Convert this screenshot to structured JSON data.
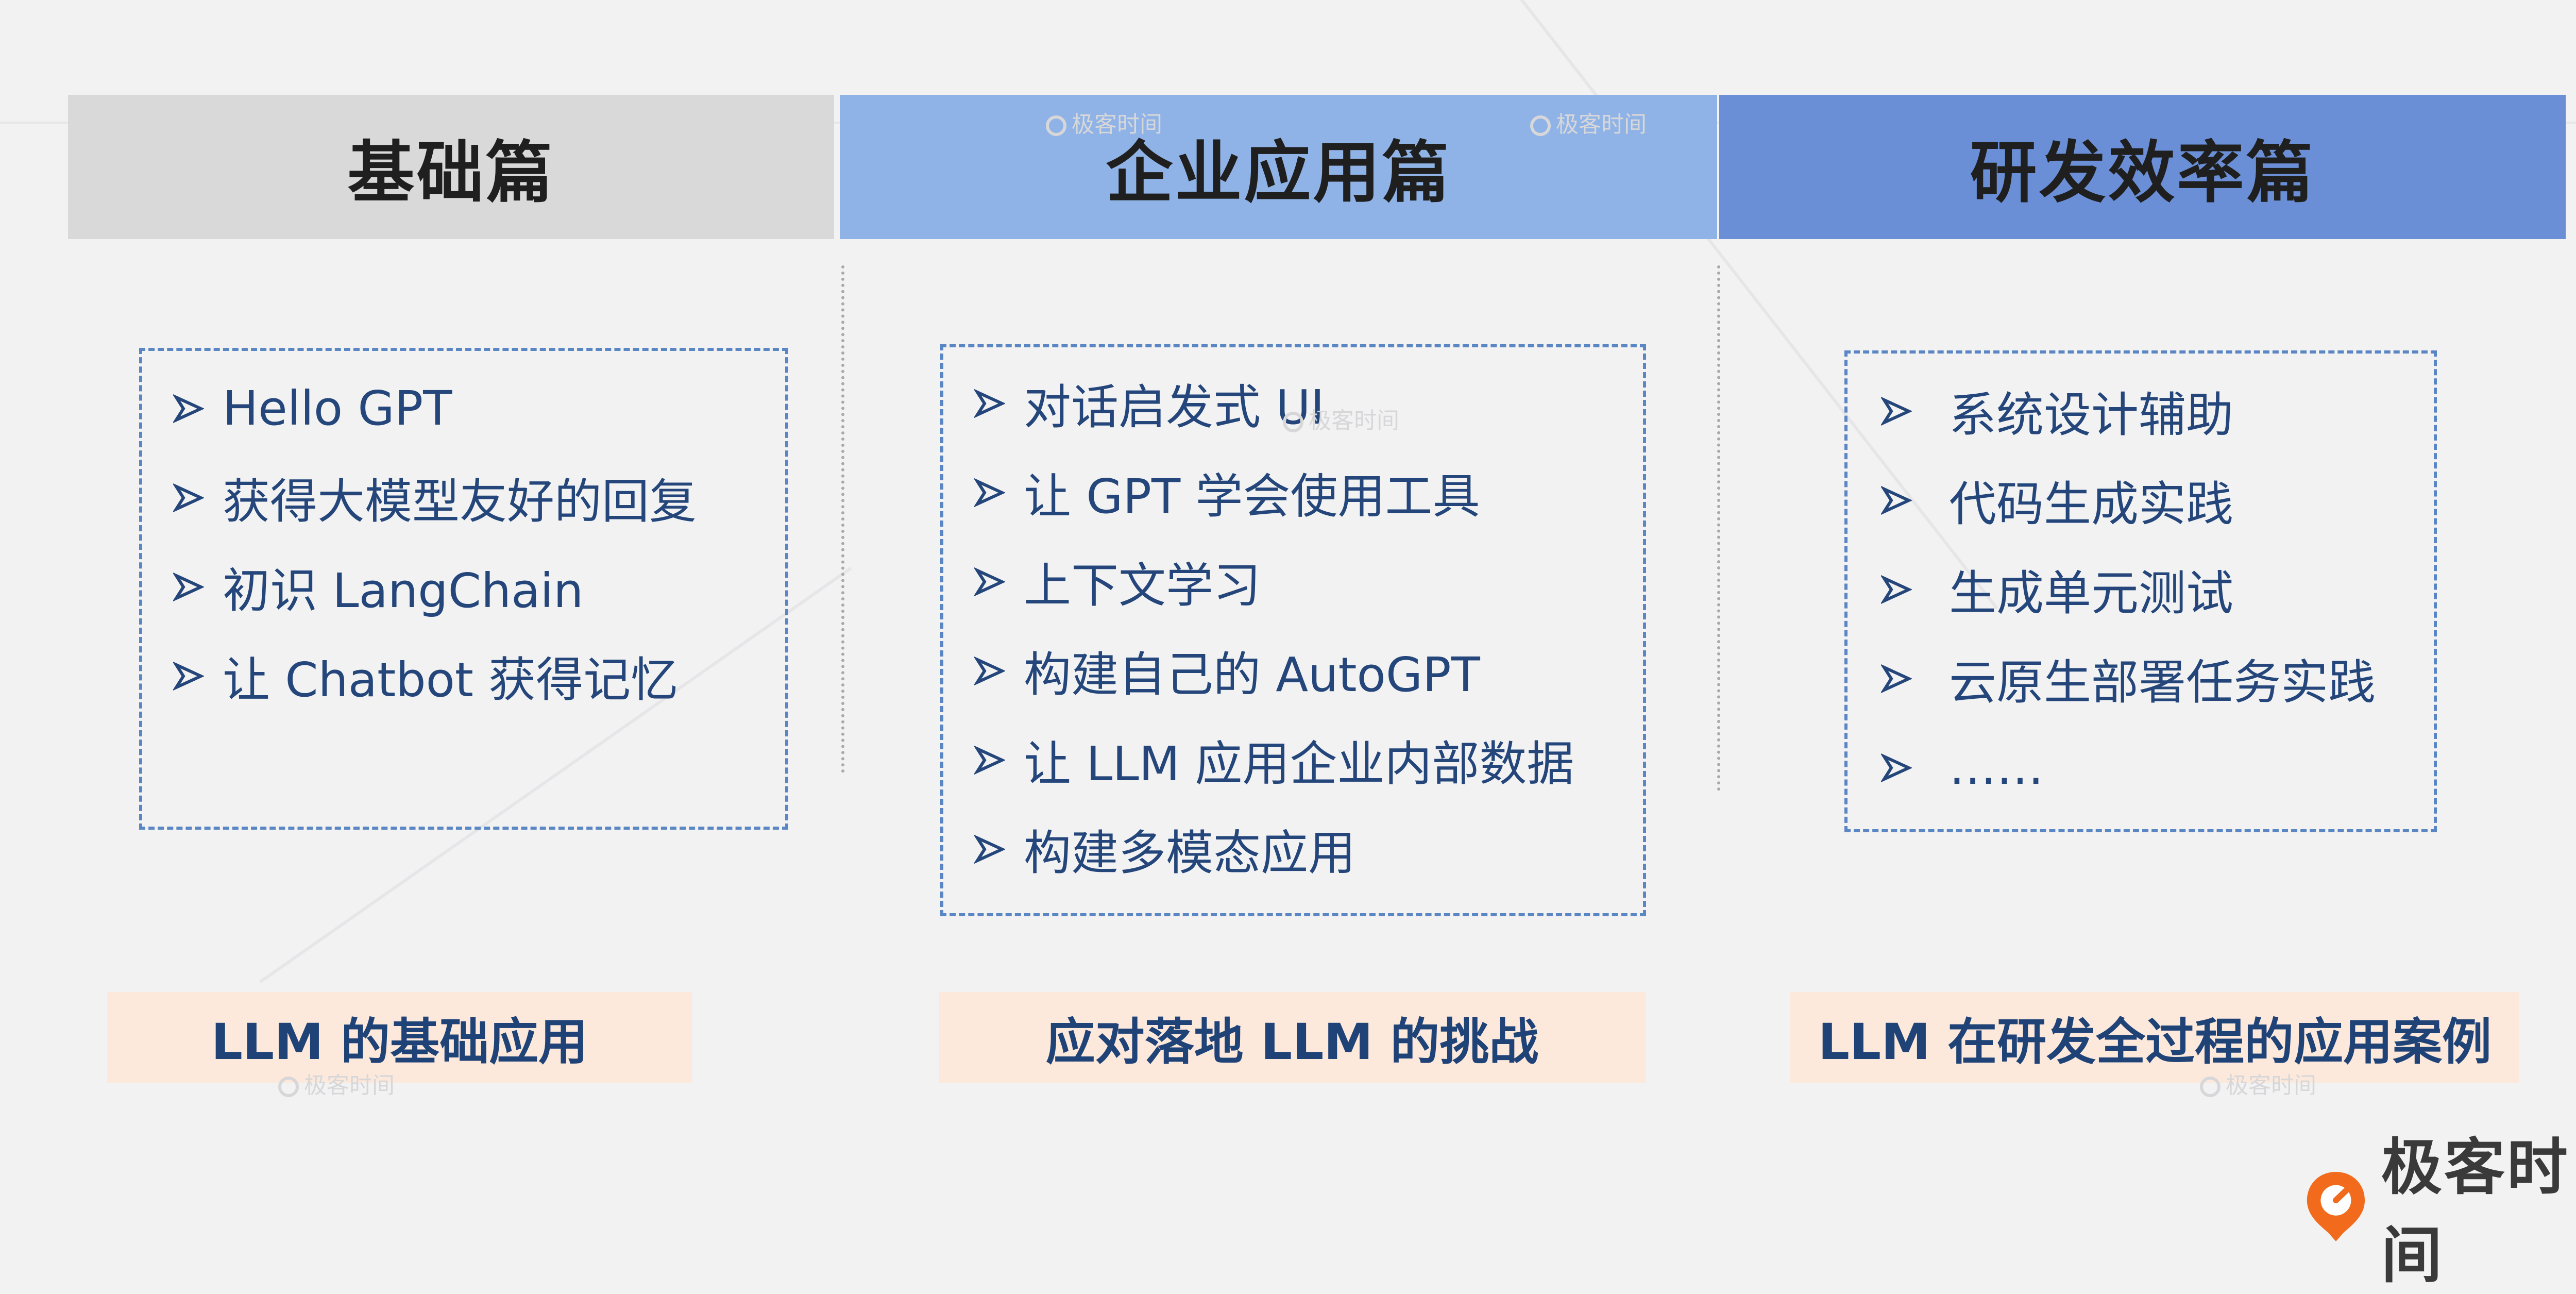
{
  "columns": [
    {
      "header": "基础篇",
      "items": [
        "Hello GPT",
        "获得大模型友好的回复",
        "初识 LangChain",
        "让 Chatbot 获得记忆"
      ],
      "caption": "LLM 的基础应用",
      "header_color": "#d9d9d9"
    },
    {
      "header": "企业应用篇",
      "items": [
        "对话启发式 UI",
        "让 GPT 学会使用工具",
        "上下文学习",
        "构建自己的 AutoGPT",
        "让 LLM 应用企业内部数据",
        "构建多模态应用"
      ],
      "caption": "应对落地 LLM 的挑战",
      "header_color": "#8fb3e6"
    },
    {
      "header": "研发效率篇",
      "items": [
        "系统设计辅助",
        "代码生成实践",
        "生成单元测试",
        "云原生部署任务实践",
        "……"
      ],
      "caption": "LLM 在研发全过程的应用案例",
      "header_color": "#6a8fd6"
    }
  ],
  "watermark": "极客时间",
  "brand": {
    "name": "极客时间",
    "icon": "geektime-logo-icon",
    "icon_color": "#f26a1b"
  },
  "colors": {
    "text": "#24467a",
    "box_border": "#5b86c4",
    "caption_bg": "#fce9dc"
  }
}
